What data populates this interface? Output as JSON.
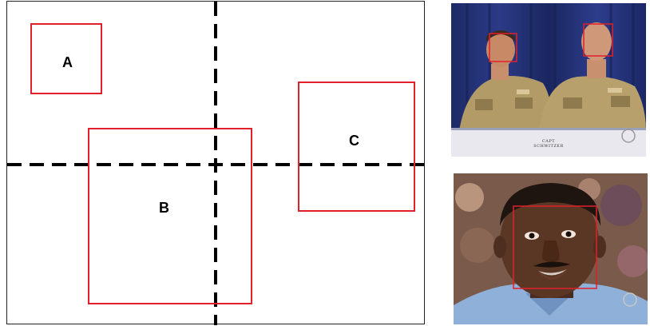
{
  "diagram": {
    "regions": [
      {
        "id": "a",
        "label": "A"
      },
      {
        "id": "b",
        "label": "B"
      },
      {
        "id": "c",
        "label": "C"
      }
    ],
    "box_color": "#e0202a",
    "divider_color": "#000000"
  },
  "photos": {
    "top": {
      "caption_line1": "CAPT",
      "caption_line2": "SCHWITZER",
      "logo": "abc",
      "box_color": "#e0202a"
    },
    "bottom": {
      "logo": "abc",
      "box_color": "#e0202a"
    }
  }
}
